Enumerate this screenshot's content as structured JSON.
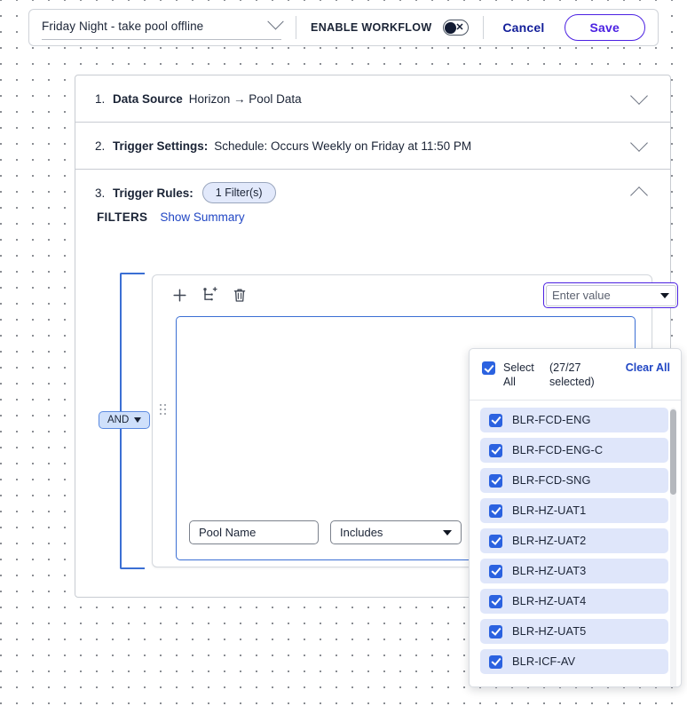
{
  "topbar": {
    "workflow_name": "Friday Night - take pool offline",
    "chevron_icon": "chevron-down-icon",
    "enable_workflow_label": "ENABLE WORKFLOW",
    "toggle_state_icon": "toggle-off-x-icon",
    "cancel_label": "Cancel",
    "save_label": "Save",
    "accent_purple": "#4b21e2",
    "accent_blue": "#14209a"
  },
  "sections": [
    {
      "number": "1.",
      "title": "Data Source",
      "value": "Horizon → Pool Data",
      "chevron": "chevron-down-icon"
    },
    {
      "number": "2.",
      "title": "Trigger Settings:",
      "value": "Schedule: Occurs Weekly on Friday at 11:50 PM",
      "chevron": "chevron-down-icon"
    },
    {
      "number": "3.",
      "title": "Trigger Rules:",
      "badge": "1 Filter(s)",
      "chevron": "chevron-up-icon"
    }
  ],
  "filters": {
    "heading": "FILTERS",
    "show_summary_label": "Show Summary",
    "logic_operator": "AND",
    "toolbar": {
      "add_icon": "plus-icon",
      "add_group_icon": "add-group-icon",
      "delete_icon": "trash-icon"
    },
    "drag_handle_icon": "drag-handle-icon",
    "row": {
      "field_label": "Pool Name",
      "operator_label": "Includes",
      "value_placeholder": "Enter value",
      "operator_caret_icon": "caret-down-icon",
      "value_caret_icon": "caret-down-icon"
    }
  },
  "dropdown": {
    "select_all_label": "Select All",
    "selected_count_label": "(27/27 selected)",
    "clear_all_label": "Clear All",
    "select_all_checked": true,
    "items": [
      {
        "label": "BLR-FCD-ENG",
        "checked": true
      },
      {
        "label": "BLR-FCD-ENG-C",
        "checked": true
      },
      {
        "label": "BLR-FCD-SNG",
        "checked": true
      },
      {
        "label": "BLR-HZ-UAT1",
        "checked": true
      },
      {
        "label": "BLR-HZ-UAT2",
        "checked": true
      },
      {
        "label": "BLR-HZ-UAT3",
        "checked": true
      },
      {
        "label": "BLR-HZ-UAT4",
        "checked": true
      },
      {
        "label": "BLR-HZ-UAT5",
        "checked": true
      },
      {
        "label": "BLR-ICF-AV",
        "checked": true
      }
    ],
    "scrollbar_icon": "vertical-scrollbar"
  }
}
